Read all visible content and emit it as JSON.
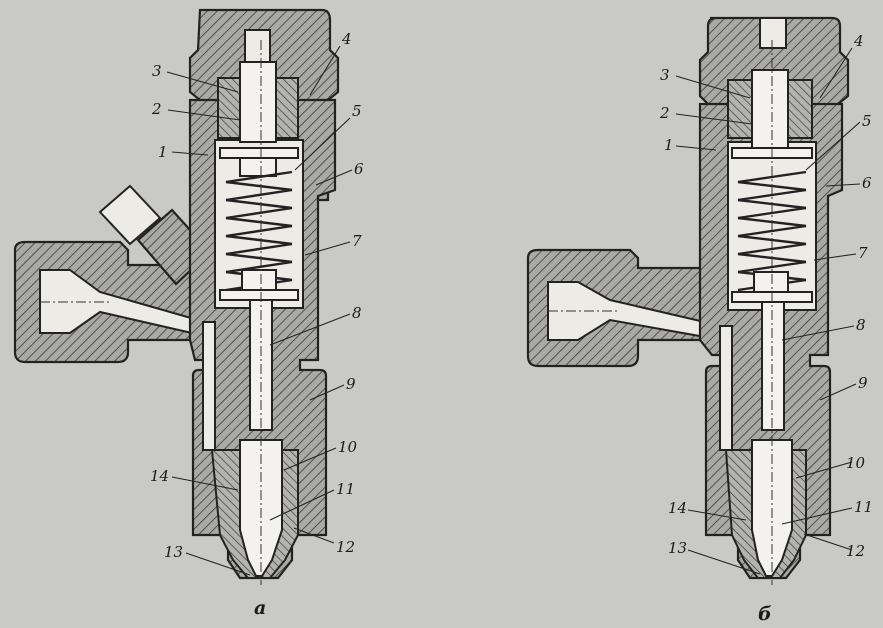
{
  "figures": [
    {
      "caption": "а",
      "labels": [
        "1",
        "2",
        "3",
        "4",
        "5",
        "6",
        "7",
        "8",
        "9",
        "10",
        "11",
        "12",
        "13",
        "14"
      ]
    },
    {
      "caption": "б",
      "labels": [
        "1",
        "2",
        "3",
        "4",
        "5",
        "6",
        "7",
        "8",
        "9",
        "10",
        "11",
        "12",
        "13",
        "14"
      ]
    }
  ],
  "colors": {
    "background": "#c9c9c6",
    "ink": "#1a1a1a",
    "cavity": "#ecebe6"
  }
}
